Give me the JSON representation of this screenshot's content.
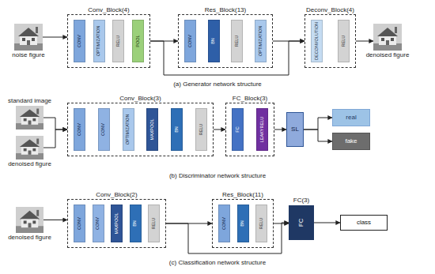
{
  "diagram": {
    "nodes": [
      {
        "text": [
          "noise figure"
        ]
      },
      {
        "text": [
          "Conv_Block(4)"
        ]
      },
      {
        "text": [
          "CONV"
        ],
        "in": 1
      },
      {
        "text": [
          "OPTIMIZATION"
        ],
        "in": 1
      },
      {
        "text": [
          "RELU"
        ],
        "in": 1
      },
      {
        "text": [
          "POOL"
        ],
        "in": 1
      },
      {
        "text": [
          "Res_Block(13)"
        ]
      },
      {
        "text": [
          "CONV"
        ],
        "in": 6
      },
      {
        "text": [
          "BN"
        ],
        "in": 6
      },
      {
        "text": [
          "RELU"
        ],
        "in": 6
      },
      {
        "text": [
          "OPTIMIZATION"
        ],
        "in": 6
      },
      {
        "text": [
          "Deconv_Block(4)"
        ]
      },
      {
        "text": [
          "DECONVOLUTION"
        ],
        "in": 11
      },
      {
        "text": [
          "RELU"
        ],
        "in": 11
      },
      {
        "text": [
          "denoised figure"
        ]
      },
      {
        "text": [
          "standard image"
        ]
      },
      {
        "text": [
          "denoised figure"
        ]
      },
      {
        "text": [
          "Conv_Block(3)"
        ]
      },
      {
        "text": [
          "CONV"
        ],
        "in": 17
      },
      {
        "text": [
          "CONV"
        ],
        "in": 17
      },
      {
        "text": [
          "OPTIMIZATION"
        ],
        "in": 17
      },
      {
        "text": [
          "MAXPOOL"
        ],
        "in": 17
      },
      {
        "text": [
          "BN"
        ],
        "in": 17
      },
      {
        "text": [
          "RELU"
        ],
        "in": 17
      },
      {
        "text": [
          "FC_Block(3)"
        ]
      },
      {
        "text": [
          "FC"
        ],
        "in": 24
      },
      {
        "text": [
          "LEAKYRELU"
        ],
        "in": 24
      },
      {
        "text": [
          "SL"
        ]
      },
      {
        "text": [
          "real"
        ]
      },
      {
        "text": [
          "fake"
        ]
      },
      {
        "text": [
          "denoised figure"
        ]
      },
      {
        "text": [
          "Conv_Block(2)"
        ]
      },
      {
        "text": [
          "CONV"
        ],
        "in": 31
      },
      {
        "text": [
          "CONV"
        ],
        "in": 31
      },
      {
        "text": [
          "MAXPOOL"
        ],
        "in": 31
      },
      {
        "text": [
          "BN"
        ],
        "in": 31
      },
      {
        "text": [
          "RELU"
        ],
        "in": 31
      },
      {
        "text": [
          "Res_Block(11)"
        ]
      },
      {
        "text": [
          "CONV"
        ],
        "in": 37
      },
      {
        "text": [
          "BN"
        ],
        "in": 37
      },
      {
        "text": [
          "RELU"
        ],
        "in": 37
      },
      {
        "text": [
          "FC(3)",
          "FC"
        ]
      },
      {
        "text": [
          "class"
        ]
      }
    ],
    "edges": [
      {
        "from": 0,
        "to": 1,
        "arrow": "to"
      },
      {
        "from": 1,
        "to": 6,
        "arrow": "to"
      },
      {
        "from": 6,
        "to": 11,
        "arrow": "to"
      },
      {
        "from": 1,
        "to": 11,
        "arrow": "to"
      },
      {
        "from": 11,
        "to": 14,
        "arrow": "to"
      },
      {
        "from": 15,
        "to": 17,
        "arrow": "to"
      },
      {
        "from": 16,
        "to": 17,
        "arrow": "to"
      },
      {
        "from": 17,
        "to": 24,
        "arrow": "to"
      },
      {
        "from": 24,
        "to": 27,
        "arrow": "to"
      },
      {
        "from": 27,
        "to": 28,
        "arrow": "to"
      },
      {
        "from": 27,
        "to": 29,
        "arrow": "to"
      },
      {
        "from": 30,
        "to": 31,
        "arrow": "to"
      },
      {
        "from": 31,
        "to": 37,
        "arrow": "to"
      },
      {
        "from": 31,
        "to": 41,
        "arrow": "to"
      },
      {
        "from": 37,
        "to": 41,
        "arrow": "to"
      },
      {
        "from": 41,
        "to": 42,
        "arrow": "to"
      }
    ],
    "labels": [
      "(a) Generator network structure",
      "(b) Discriminator network structure",
      "(c) Classification network structure"
    ]
  }
}
